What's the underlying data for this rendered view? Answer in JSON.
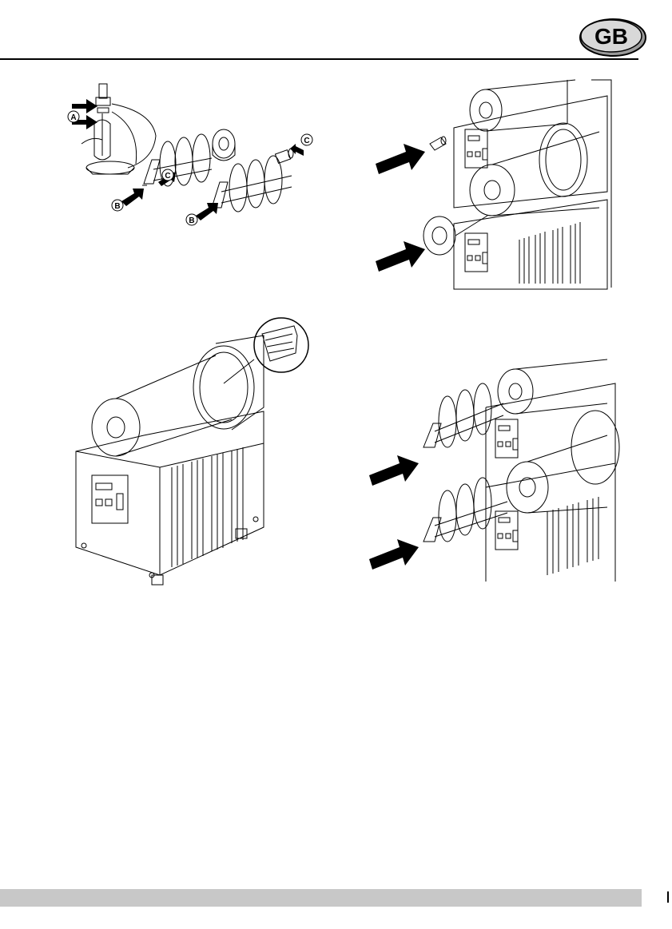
{
  "header": {
    "language_badge": "GB"
  },
  "figure_top_left": {
    "callouts": [
      "A",
      "B",
      "B",
      "C",
      "C"
    ]
  },
  "colors": {
    "line": "#000000",
    "arrow": "#000000",
    "footer_bar": "#c8c8c8",
    "badge_fill": "#9a9a9a"
  }
}
